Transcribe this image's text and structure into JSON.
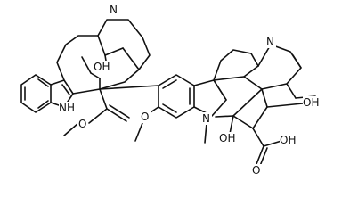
{
  "structure": {
    "atom_labels": {
      "n_bridge": "N",
      "oh_bridge": "OH",
      "nh_indole": "NH",
      "methoxy_o": "O",
      "ester_o": "O",
      "n_indoline": "N",
      "n_ring": "N",
      "oh_right": "OH",
      "oh_lower": "OH",
      "acid_oh": "OH",
      "acid_o": "O"
    }
  }
}
